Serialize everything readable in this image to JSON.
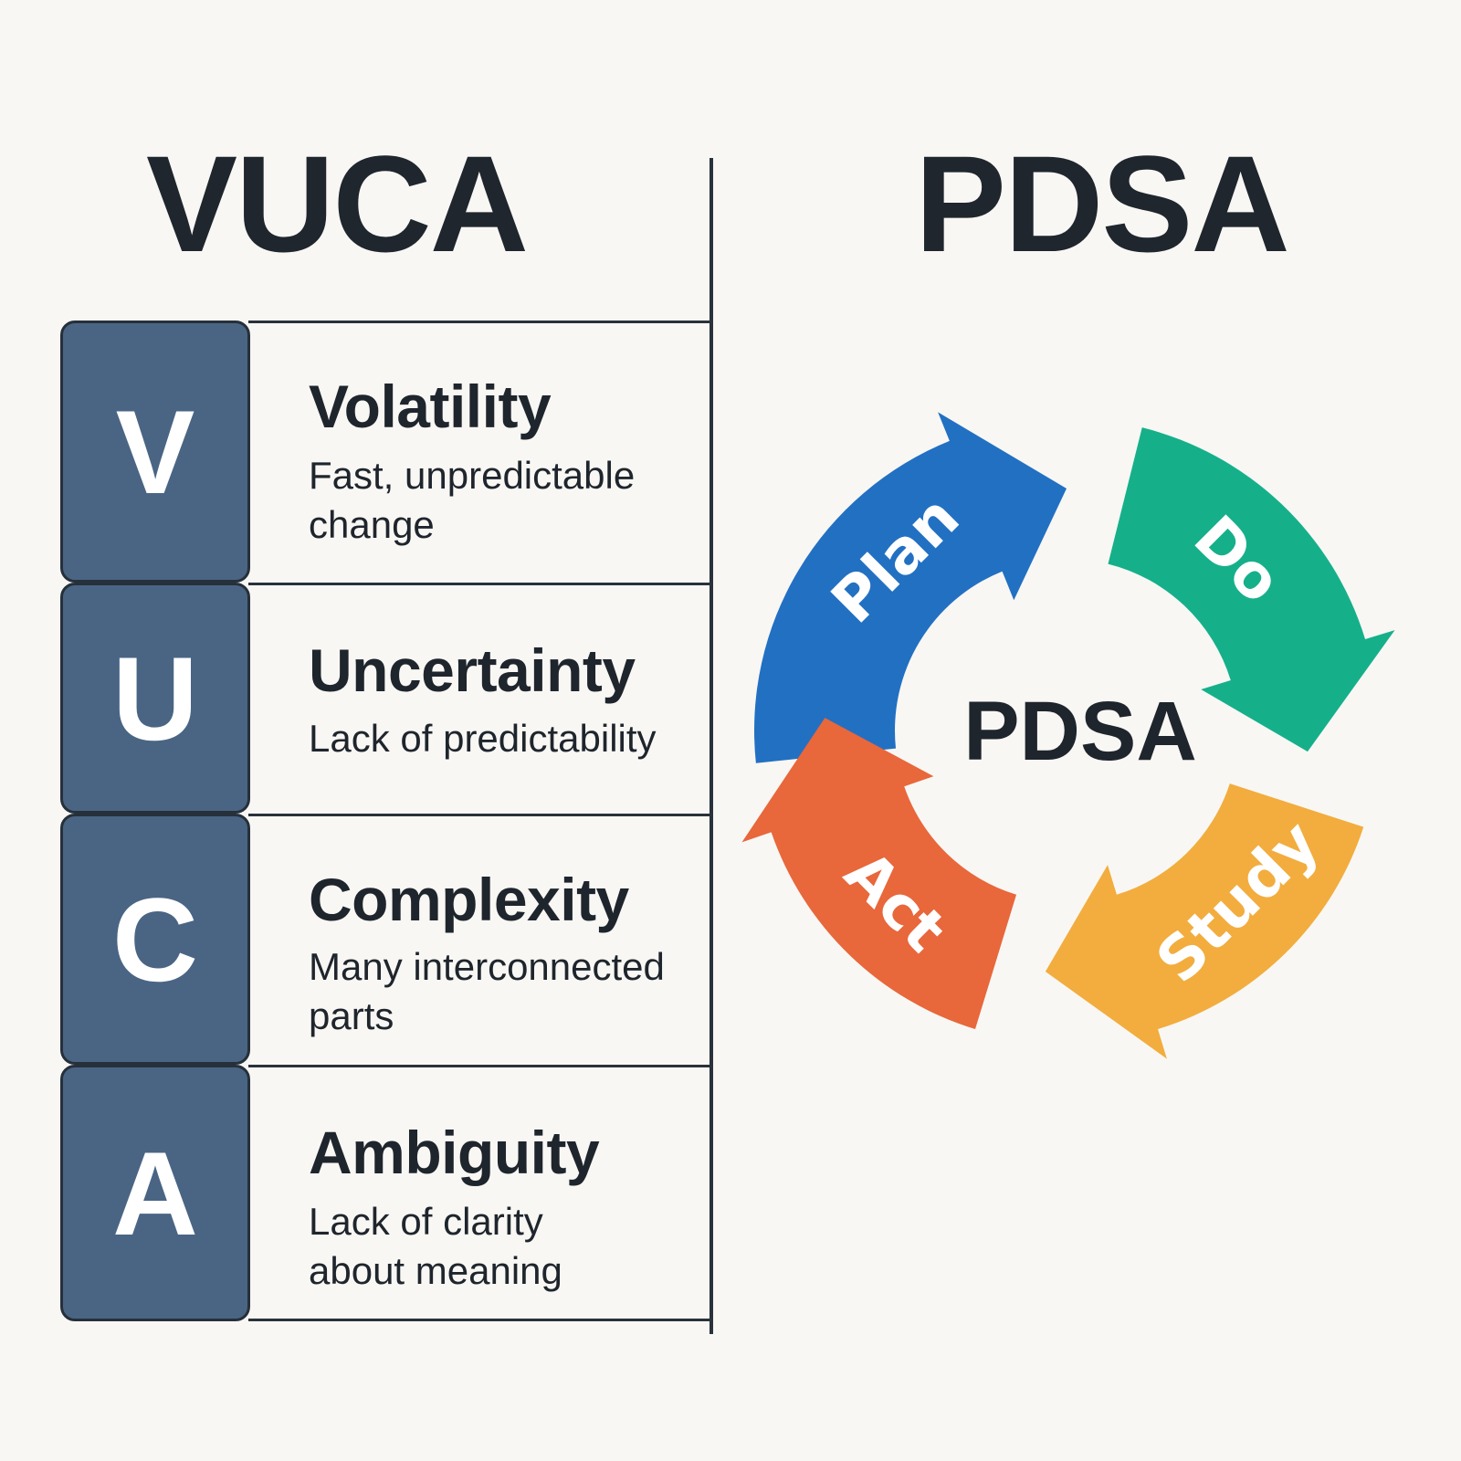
{
  "left_panel": {
    "title": "VUCA",
    "rows": [
      {
        "letter": "V",
        "term": "Volatility",
        "desc_lines": [
          "Fast, unpredictable",
          "change"
        ]
      },
      {
        "letter": "U",
        "term": "Uncertainty",
        "desc_lines": [
          "Lack of predictability"
        ]
      },
      {
        "letter": "C",
        "term": "Complexity",
        "desc_lines": [
          "Many interconnected",
          "parts"
        ]
      },
      {
        "letter": "A",
        "term": "Ambiguity",
        "desc_lines": [
          "Lack of clarity",
          "about meaning"
        ]
      }
    ]
  },
  "right_panel": {
    "title": "PDSA",
    "cycle": {
      "center_label": "PDSA",
      "segments": [
        {
          "label": "Plan",
          "color": "#2270c2"
        },
        {
          "label": "Do",
          "color": "#15b08a"
        },
        {
          "label": "Study",
          "color": "#f2ad3e"
        },
        {
          "label": "Act",
          "color": "#e8673b"
        }
      ]
    }
  },
  "colors": {
    "letter_cell": "#4a6584",
    "text": "#1f252c",
    "background": "#f8f7f4"
  }
}
